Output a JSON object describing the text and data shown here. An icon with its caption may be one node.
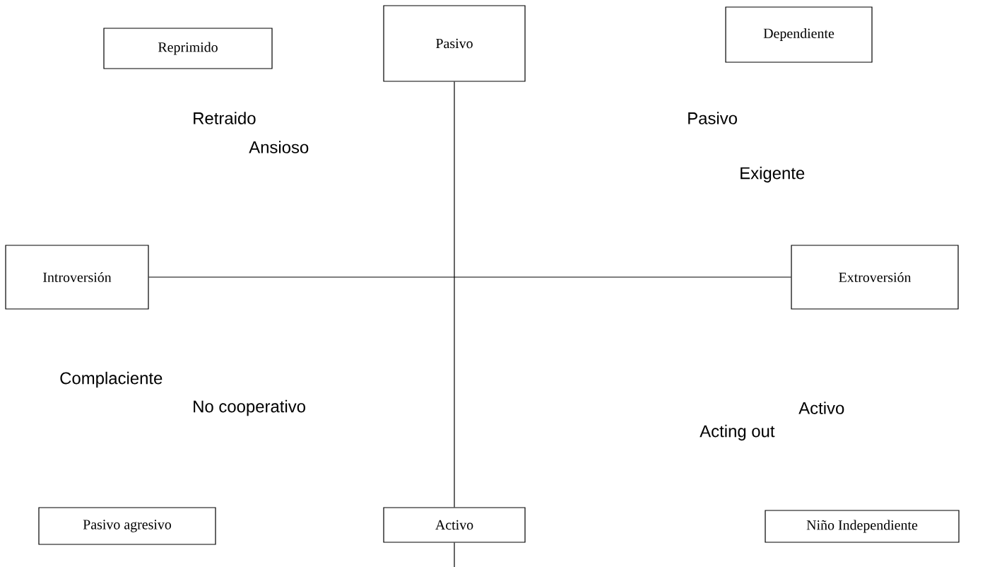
{
  "diagram": {
    "nodes": [
      {
        "text": [
          "Reprimido"
        ]
      },
      {
        "text": [
          "Pasivo"
        ]
      },
      {
        "text": [
          "Dependiente"
        ]
      },
      {
        "text": [
          "Introversión"
        ]
      },
      {
        "text": [
          "Extroversión"
        ]
      },
      {
        "text": [
          "Pasivo agresivo"
        ]
      },
      {
        "text": [
          "Activo"
        ]
      },
      {
        "text": [
          "Niño Independiente"
        ]
      }
    ],
    "edges": [
      {
        "from": 1,
        "to": 6,
        "arrow": "none"
      },
      {
        "from": 3,
        "to": 4,
        "arrow": "none"
      },
      {
        "from": 6,
        "to": null,
        "arrow": "none"
      }
    ],
    "labels": [
      "Retraido",
      "Pasivo",
      "Ansioso",
      "Exigente",
      "Complaciente",
      "No cooperativo",
      "Activo",
      "Acting out"
    ]
  }
}
